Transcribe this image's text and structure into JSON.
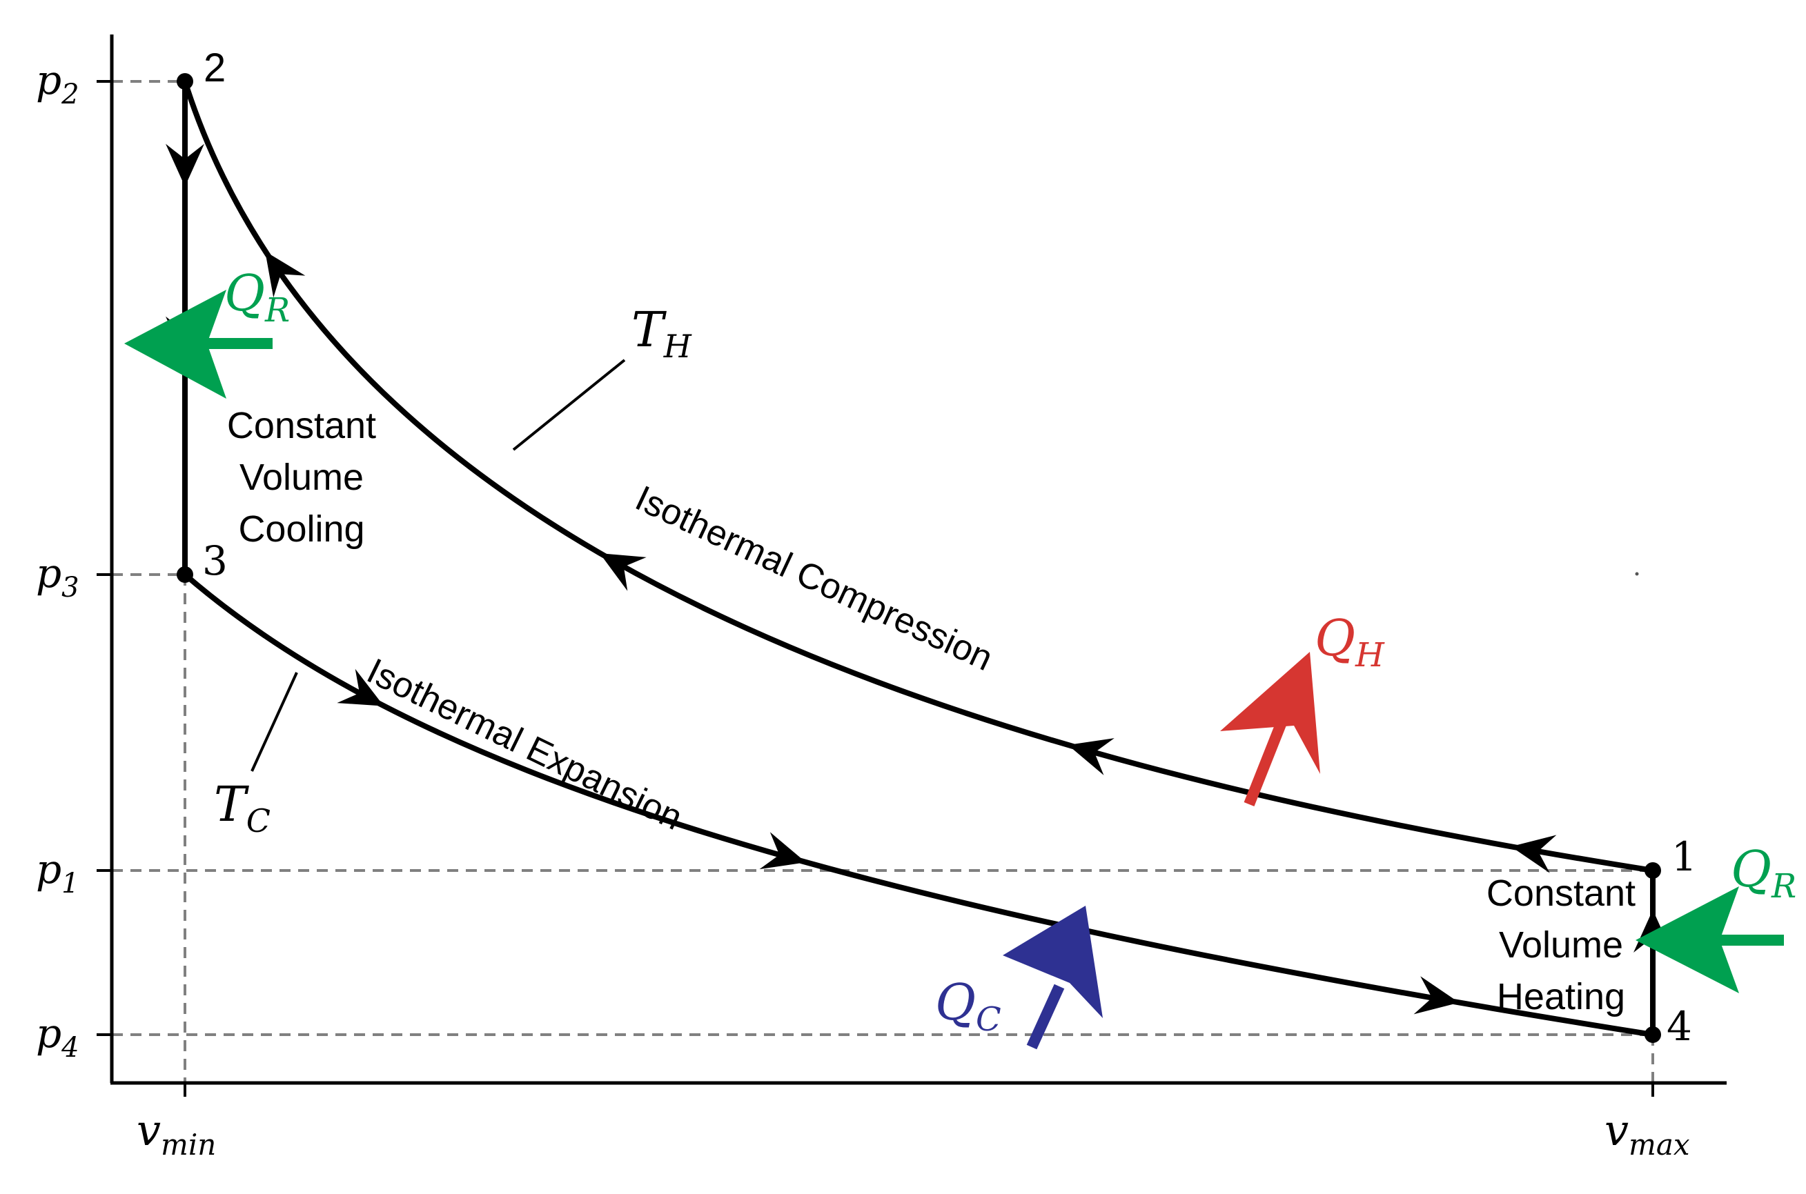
{
  "axes": {
    "x_ticks": [
      {
        "base": "v",
        "sub": "min"
      },
      {
        "base": "v",
        "sub": "max"
      }
    ],
    "y_ticks": [
      {
        "base": "p",
        "sub": "2"
      },
      {
        "base": "p",
        "sub": "3"
      },
      {
        "base": "p",
        "sub": "1"
      },
      {
        "base": "p",
        "sub": "4"
      }
    ]
  },
  "states": [
    "1",
    "2",
    "3",
    "4"
  ],
  "processes": {
    "isothermal_compression": "Isothermal Compression",
    "isothermal_expansion": "Isothermal Expansion",
    "cooling": [
      "Constant",
      "Volume",
      "Cooling"
    ],
    "heating": [
      "Constant",
      "Volume",
      "Heating"
    ]
  },
  "temperatures": {
    "hot": {
      "base": "T",
      "sub": "H"
    },
    "cold": {
      "base": "T",
      "sub": "C"
    }
  },
  "heat_flows": {
    "regen_left": {
      "base": "Q",
      "sub": "R"
    },
    "regen_right": {
      "base": "Q",
      "sub": "R"
    },
    "hot": {
      "base": "Q",
      "sub": "H"
    },
    "cold": {
      "base": "Q",
      "sub": "C"
    }
  },
  "colors": {
    "regenerator": "#00a050",
    "hot": "#d63631",
    "cold": "#2e3192",
    "line": "#000000",
    "guide": "#808080"
  }
}
